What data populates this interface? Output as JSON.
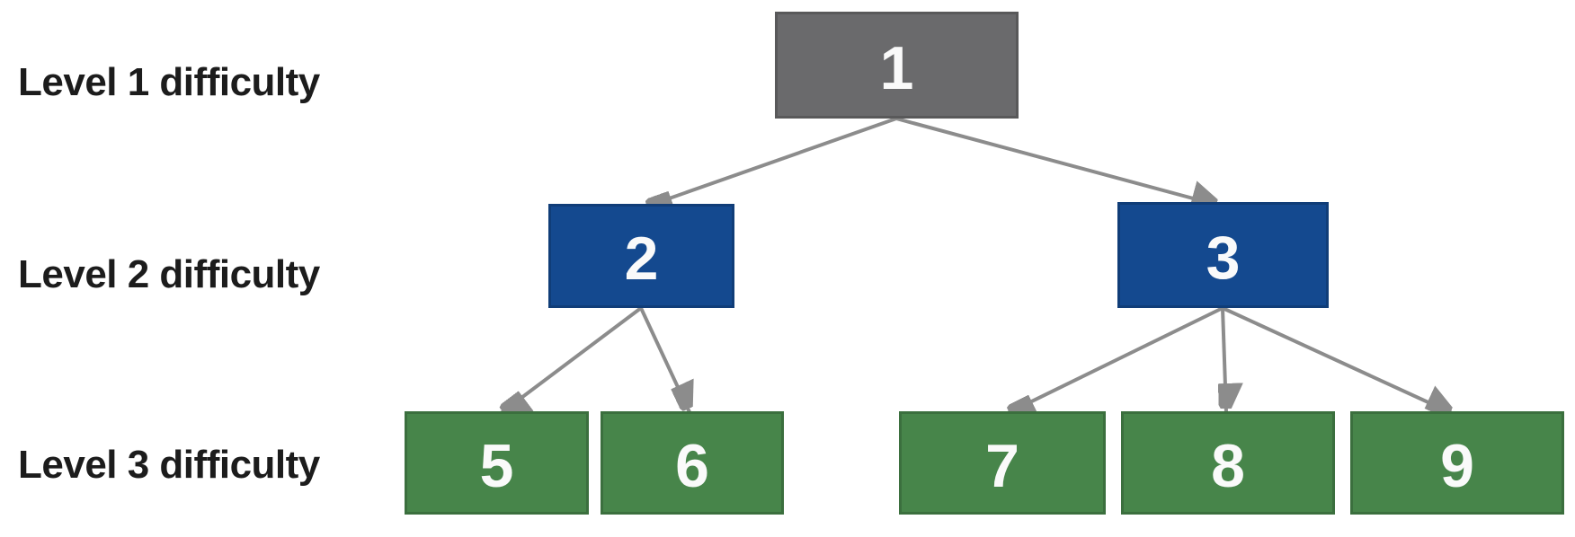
{
  "figure": {
    "row_labels": [
      {
        "text": "Level 1 difficulty"
      },
      {
        "text": "Level 2 difficulty"
      },
      {
        "text": "Level 3 difficulty"
      }
    ]
  },
  "tree": {
    "nodes": [
      {
        "id": "1",
        "label": "1",
        "level": 1,
        "color": "#6a6a6c"
      },
      {
        "id": "2",
        "label": "2",
        "level": 2,
        "color": "#14498f"
      },
      {
        "id": "3",
        "label": "3",
        "level": 2,
        "color": "#14498f"
      },
      {
        "id": "5",
        "label": "5",
        "level": 3,
        "color": "#47854a"
      },
      {
        "id": "6",
        "label": "6",
        "level": 3,
        "color": "#47854a"
      },
      {
        "id": "7",
        "label": "7",
        "level": 3,
        "color": "#47854a"
      },
      {
        "id": "8",
        "label": "8",
        "level": 3,
        "color": "#47854a"
      },
      {
        "id": "9",
        "label": "9",
        "level": 3,
        "color": "#47854a"
      }
    ],
    "edges": [
      {
        "from": "1",
        "to": "2"
      },
      {
        "from": "1",
        "to": "3"
      },
      {
        "from": "2",
        "to": "5"
      },
      {
        "from": "2",
        "to": "6"
      },
      {
        "from": "3",
        "to": "7"
      },
      {
        "from": "3",
        "to": "8"
      },
      {
        "from": "3",
        "to": "9"
      }
    ]
  },
  "colors": {
    "level1_box": "#6a6a6c",
    "level2_box": "#14498f",
    "level3_box": "#47854a",
    "arrow": "#8c8c8c",
    "node_text": "#fafafa",
    "label_text": "#1c1c1c",
    "background": "#ffffff"
  }
}
